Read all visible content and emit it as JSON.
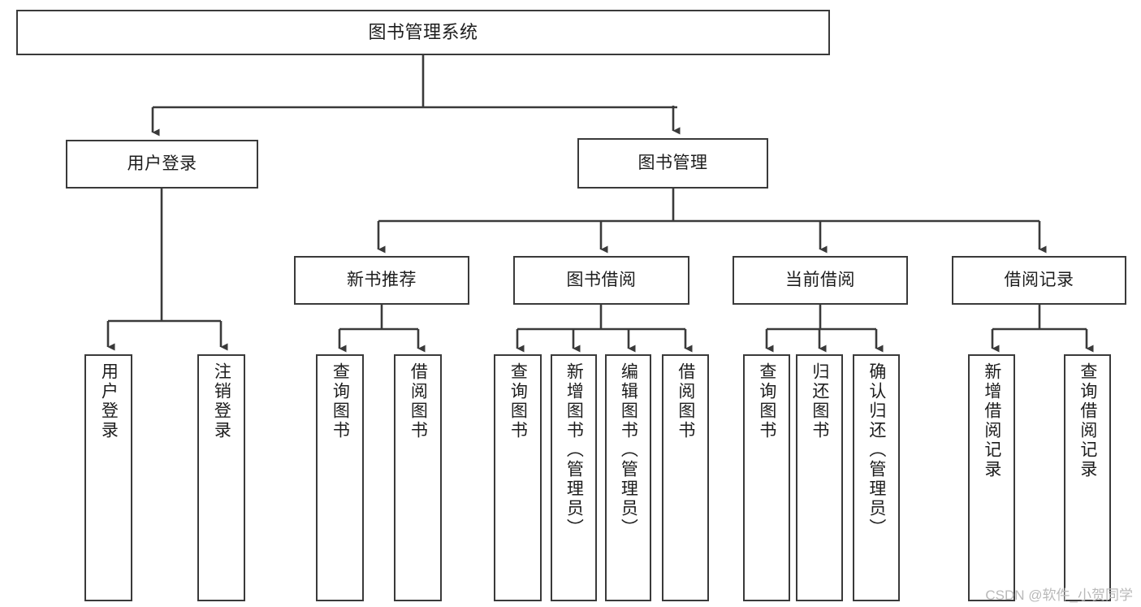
{
  "diagram": {
    "title": "图书管理系统",
    "root": {
      "id": "root",
      "label": "图书管理系统"
    },
    "level2": [
      {
        "id": "user-login",
        "label": "用户登录"
      },
      {
        "id": "book-manage",
        "label": "图书管理"
      }
    ],
    "level3": [
      {
        "id": "new-book-recommend",
        "label": "新书推荐"
      },
      {
        "id": "book-borrow",
        "label": "图书借阅"
      },
      {
        "id": "current-borrow",
        "label": "当前借阅"
      },
      {
        "id": "borrow-record",
        "label": "借阅记录"
      }
    ],
    "leaves": [
      {
        "id": "leaf-user-login",
        "label": "用户登录",
        "parent": "user-login"
      },
      {
        "id": "leaf-user-logout",
        "label": "注销登录",
        "parent": "user-login"
      },
      {
        "id": "leaf-query-book-1",
        "label": "查询图书",
        "parent": "new-book-recommend"
      },
      {
        "id": "leaf-borrow-book-1",
        "label": "借阅图书",
        "parent": "new-book-recommend"
      },
      {
        "id": "leaf-query-book-2",
        "label": "查询图书",
        "parent": "book-borrow"
      },
      {
        "id": "leaf-add-book",
        "label": "新增图书（管理员）",
        "parent": "book-borrow"
      },
      {
        "id": "leaf-edit-book",
        "label": "编辑图书（管理员）",
        "parent": "book-borrow"
      },
      {
        "id": "leaf-borrow-book-2",
        "label": "借阅图书",
        "parent": "book-borrow"
      },
      {
        "id": "leaf-query-book-3",
        "label": "查询图书",
        "parent": "current-borrow"
      },
      {
        "id": "leaf-return-book",
        "label": "归还图书",
        "parent": "current-borrow"
      },
      {
        "id": "leaf-confirm-return",
        "label": "确认归还（管理员）",
        "parent": "current-borrow"
      },
      {
        "id": "leaf-add-record",
        "label": "新增借阅记录",
        "parent": "borrow-record"
      },
      {
        "id": "leaf-query-record",
        "label": "查询借阅记录",
        "parent": "borrow-record"
      }
    ],
    "watermark": "CSDN @软件_小贺同学",
    "colors": {
      "box_border": "#3a3a3a",
      "box_fill": "#ffffff",
      "line": "#3a3a3a",
      "text": "#1d1d1d",
      "watermark": "#b9b9b9"
    }
  }
}
